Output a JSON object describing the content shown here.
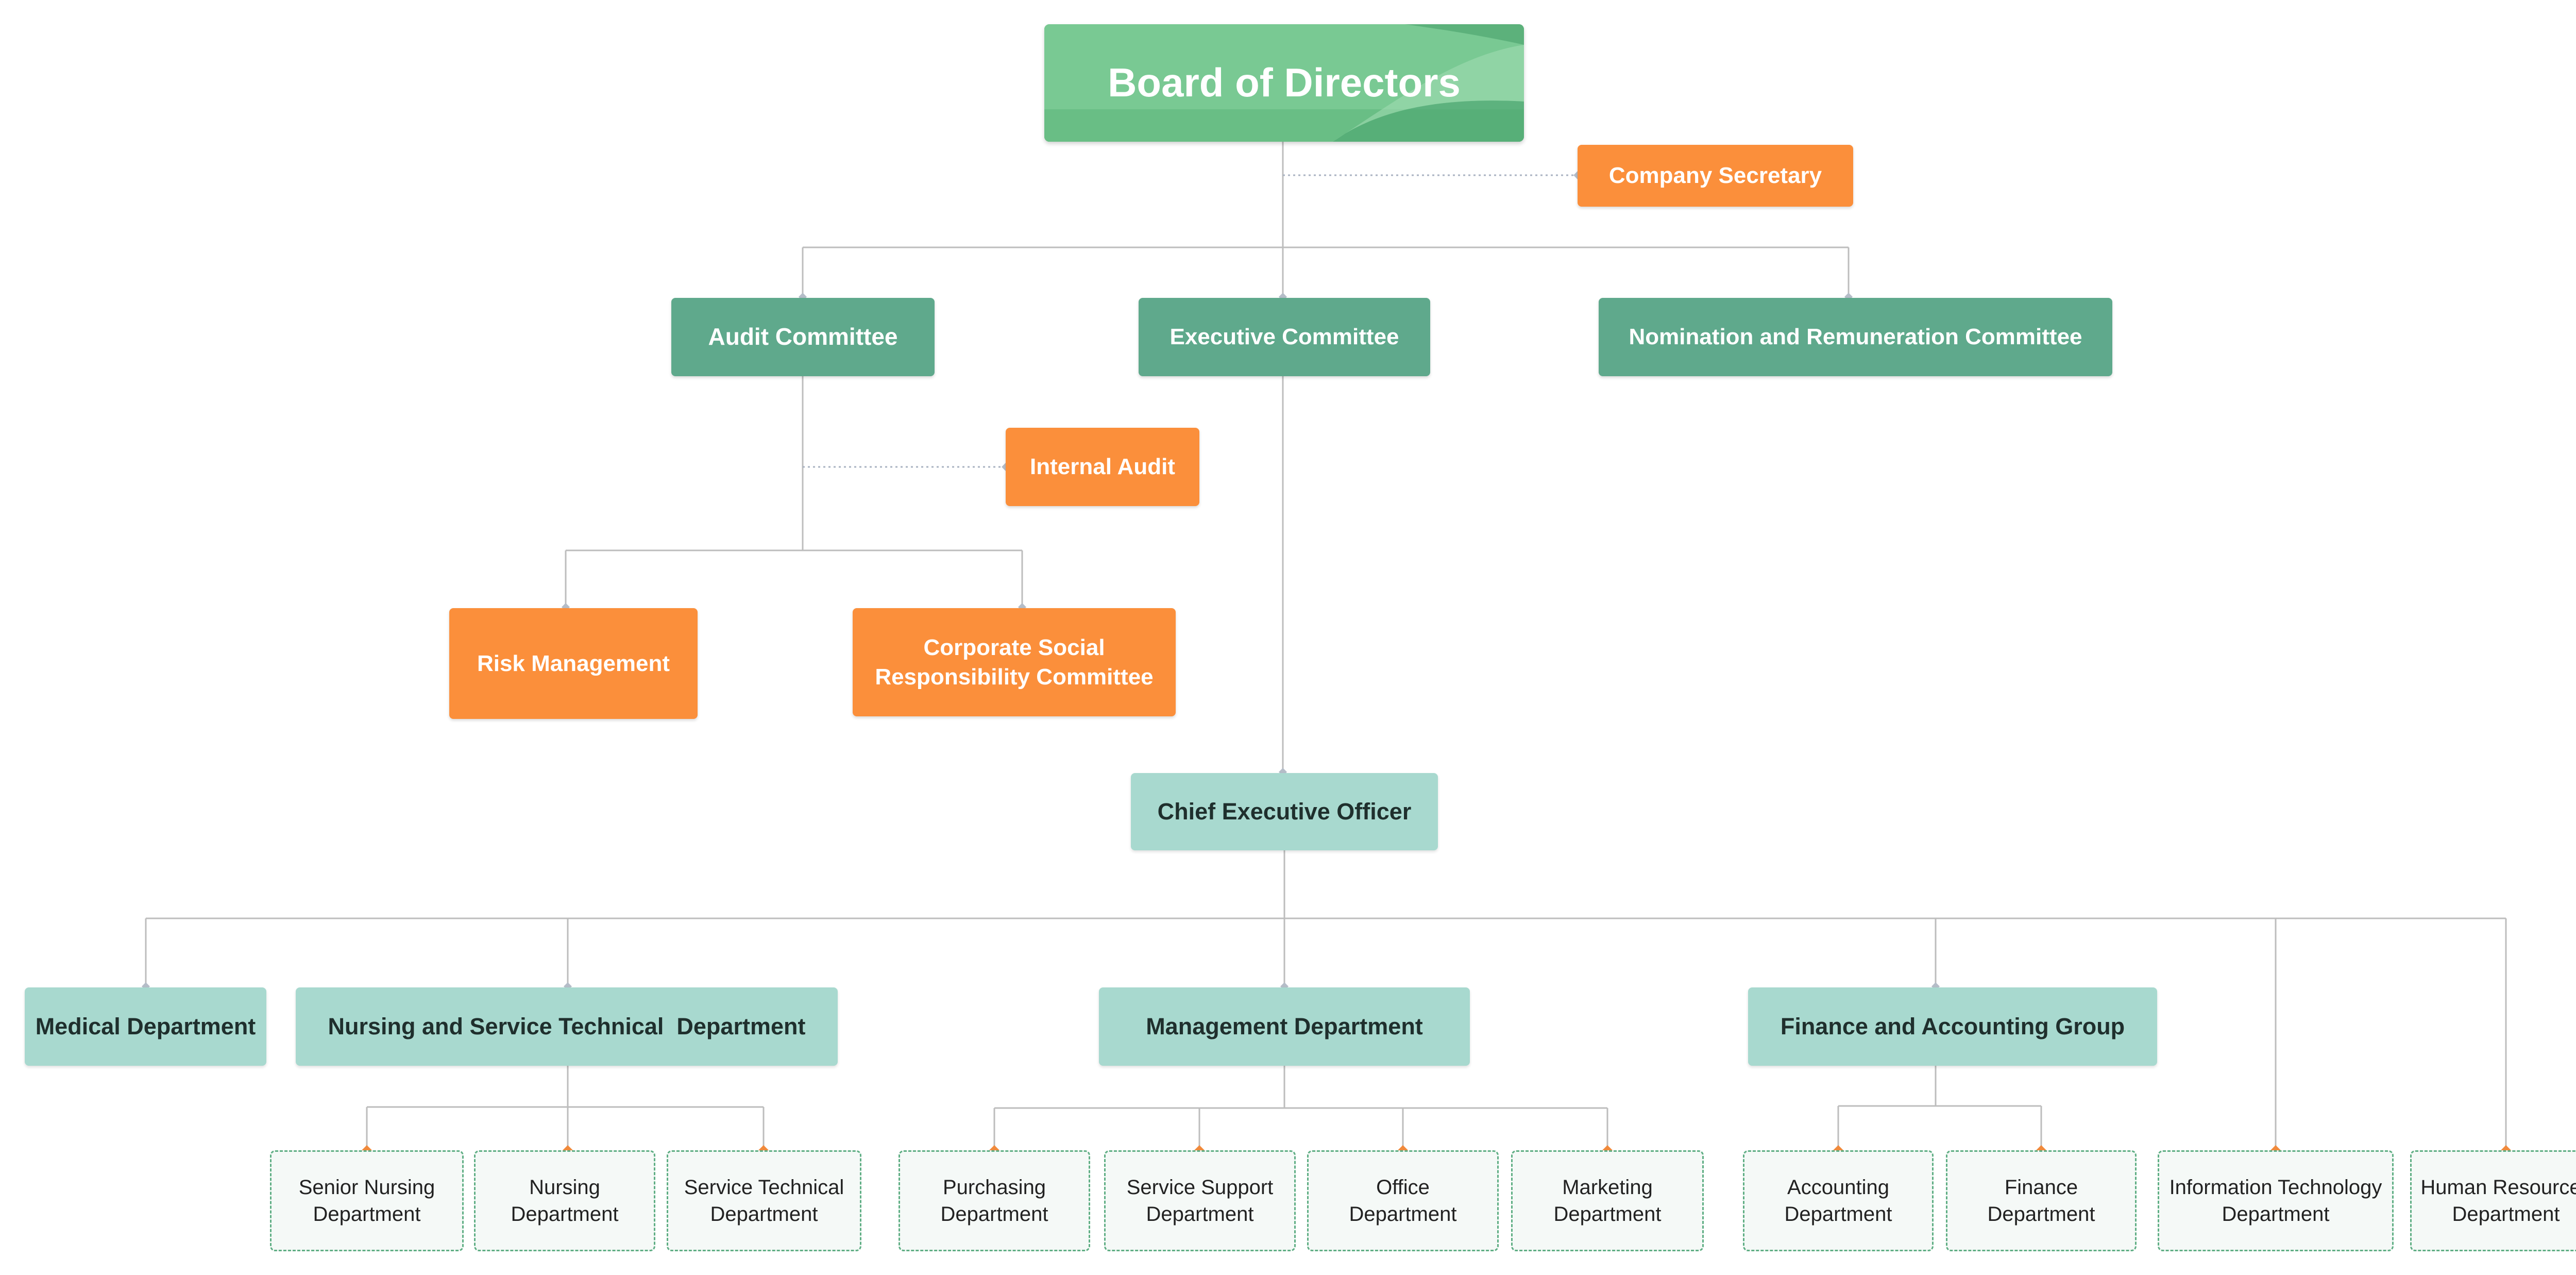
{
  "board": "Board of Directors",
  "company_secretary": "Company Secretary",
  "committees": {
    "audit": "Audit Committee",
    "executive": "Executive Committee",
    "nomination": "Nomination and Remuneration Committee"
  },
  "internal_audit": "Internal Audit",
  "risk_management": "Risk Management",
  "csr": {
    "line1": "Corporate Social",
    "line2": "Responsibility Committee"
  },
  "ceo": "Chief Executive Officer",
  "departments": {
    "medical": "Medical Department",
    "nursing_service": "Nursing and Service Technical  Department",
    "management": "Management Department",
    "finance_group": "Finance and Accounting Group"
  },
  "sub_departments": {
    "senior_nursing": [
      "Senior Nursing",
      "Department"
    ],
    "nursing": [
      "Nursing",
      "Department"
    ],
    "service_technical": [
      "Service Technical",
      "Department"
    ],
    "purchasing": [
      "Purchasing",
      "Department"
    ],
    "service_support": [
      "Service Support",
      "Department"
    ],
    "office": [
      "Office",
      "Department"
    ],
    "marketing": [
      "Marketing",
      "Department"
    ],
    "accounting": [
      "Accounting",
      "Department"
    ],
    "finance": [
      "Finance",
      "Department"
    ],
    "information_technology": [
      "Information Technology",
      "Department"
    ],
    "human_resources": [
      "Human Resources",
      "Department"
    ]
  },
  "colors": {
    "board_green": "#58b07a",
    "committee_green": "#5fa98c",
    "orange": "#fb8f3b",
    "mint": "#a8d9cf",
    "connector": "#bbbbbb"
  }
}
